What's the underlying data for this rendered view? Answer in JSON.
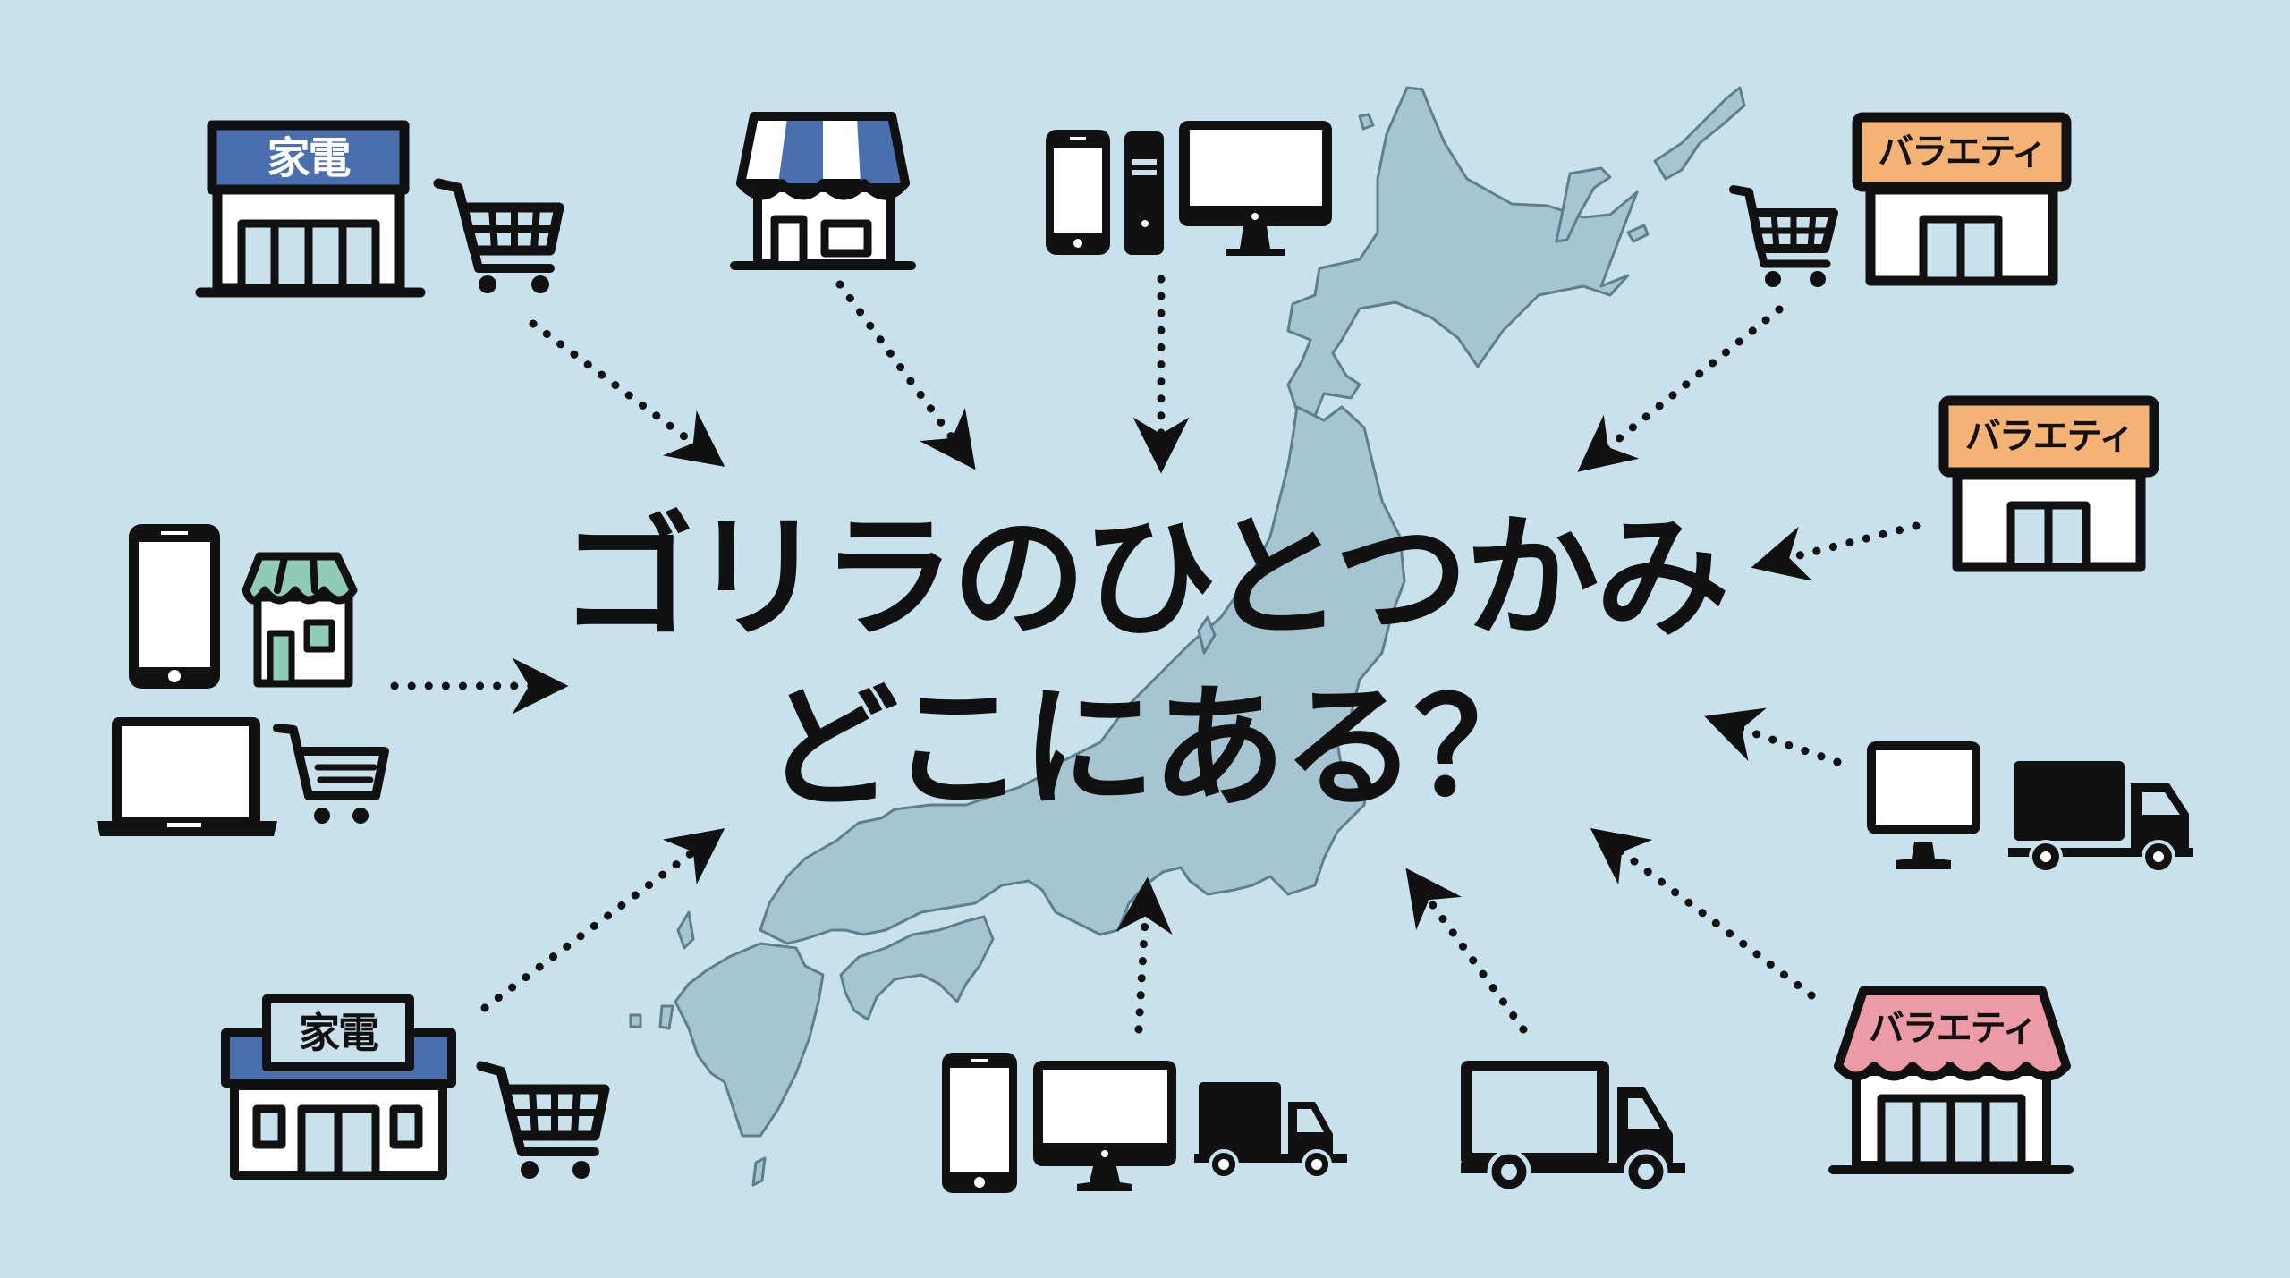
{
  "title": {
    "line1": "ゴリラのひとつかみ",
    "line2": "どこにある？"
  },
  "signs": {
    "kaden_top_left": "家電",
    "kaden_bottom_left": "家電",
    "variety_top_right": "バラエティ",
    "variety_right": "バラエティ",
    "variety_pink": "バラエティ"
  },
  "colors": {
    "background": "#c8e1ec",
    "map_fill": "#a6c4d1",
    "map_stroke": "#5d7f8e",
    "kaden_blue": "#4a6fae",
    "variety_orange": "#f4b274",
    "variety_pink": "#eb9aa6",
    "awning_green": "#8fcbb6",
    "ink": "#111111"
  },
  "icons": [
    "appliance-store-icon",
    "shopping-cart-icon",
    "shop-awning-icon",
    "smartphone-icon",
    "desktop-tower-icon",
    "monitor-icon",
    "variety-store-icon",
    "delivery-truck-icon",
    "laptop-icon",
    "japan-map",
    "dotted-arrow-icon"
  ]
}
